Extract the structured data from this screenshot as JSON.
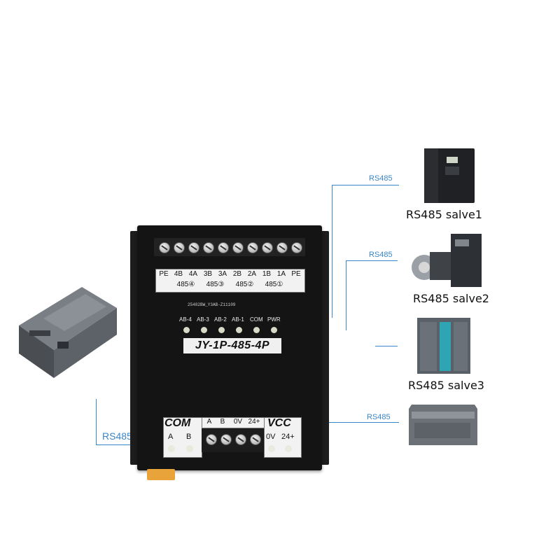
{
  "module": {
    "top_labels": {
      "row1": [
        "PE",
        "4B",
        "4A",
        "3B",
        "3A",
        "2B",
        "2A",
        "1B",
        "1A",
        "PE"
      ],
      "row2": [
        "485④",
        "485③",
        "485②",
        "485①"
      ]
    },
    "serial": "25482BW_Y3AB-Z11109",
    "leds": [
      "AB-4",
      "AB-3",
      "AB-2",
      "AB-1",
      "COM",
      "PWR"
    ],
    "model": "JY-1P-485-4P",
    "com": {
      "title": "COM",
      "pins": [
        "A",
        "B"
      ]
    },
    "power_terminals": [
      "A",
      "B",
      "0V",
      "24+"
    ],
    "vcc": {
      "title": "VCC",
      "pins": [
        "0V",
        "24+"
      ]
    }
  },
  "wires": {
    "master_label": "RS485",
    "slave_labels": [
      "RS485",
      "RS485",
      "RS485"
    ]
  },
  "devices": {
    "slave1": "RS485 salve1",
    "slave2": "RS485 salve2",
    "slave3": "RS485 salve3"
  }
}
